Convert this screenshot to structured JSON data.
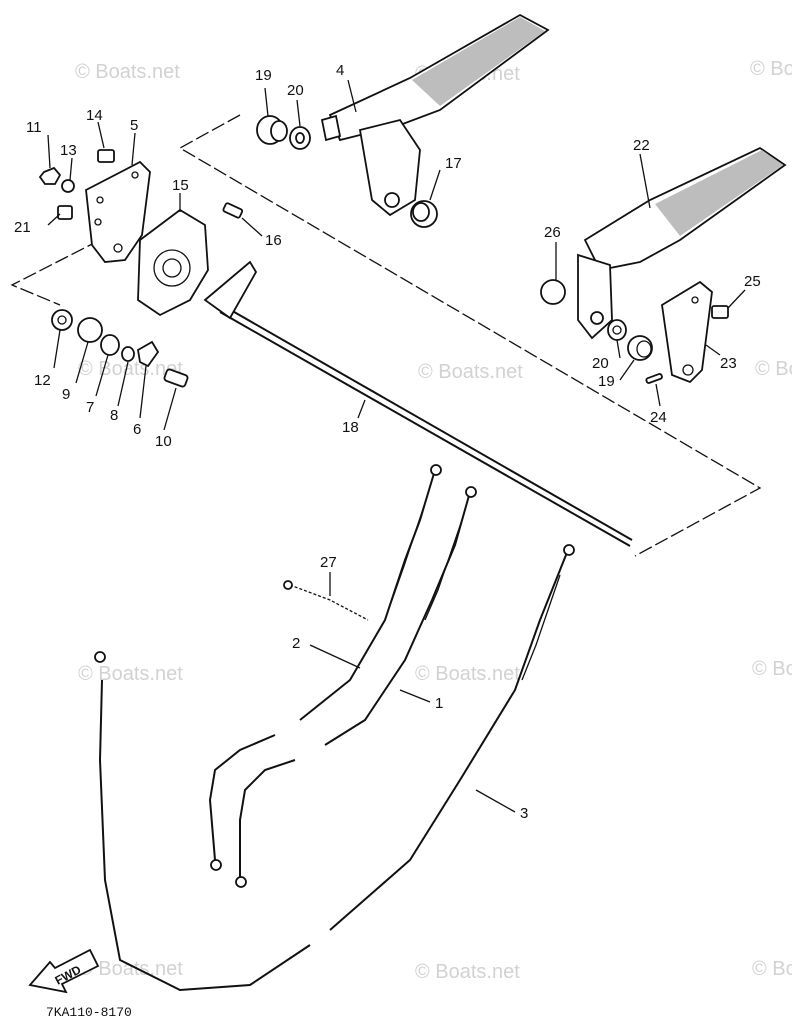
{
  "watermark": "© Boats.net",
  "diagram_code": "7KA110-8170",
  "fwd_label": "FWD",
  "callouts": {
    "c1": "1",
    "c2": "2",
    "c3": "3",
    "c4": "4",
    "c5": "5",
    "c6": "6",
    "c7": "7",
    "c8": "8",
    "c9": "9",
    "c10": "10",
    "c11": "11",
    "c12": "12",
    "c13": "13",
    "c14": "14",
    "c15": "15",
    "c16": "16",
    "c17": "17",
    "c18": "18",
    "c19a": "19",
    "c19b": "19",
    "c20a": "20",
    "c20b": "20",
    "c21": "21",
    "c22": "22",
    "c23": "23",
    "c24": "24",
    "c25": "25",
    "c26": "26",
    "c27": "27"
  }
}
